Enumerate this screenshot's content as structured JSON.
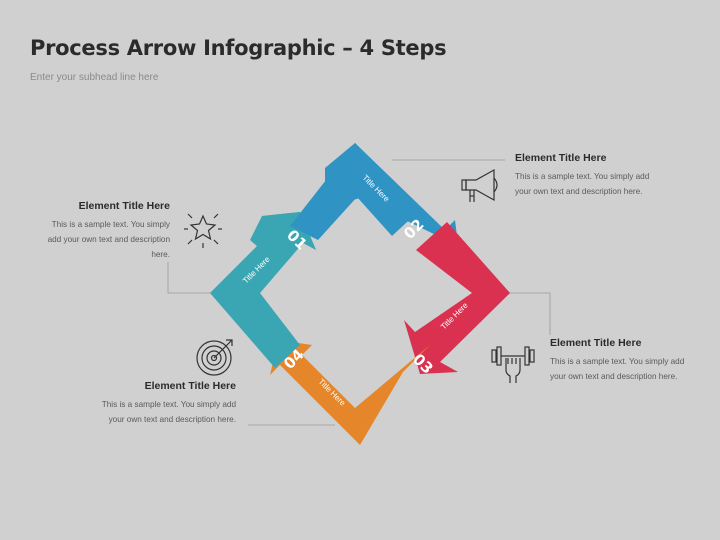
{
  "header": {
    "title": "Process Arrow Infographic – 4 Steps",
    "subhead": "Enter your subhead line here"
  },
  "steps": [
    {
      "number": "01",
      "arrow_label": "Title Here",
      "color": "#3aa6b3",
      "icon": "star-icon",
      "title": "Element Title Here",
      "description": "This is a sample text. You simply add your own text and description here."
    },
    {
      "number": "02",
      "arrow_label": "Title Here",
      "color": "#2f93c4",
      "icon": "megaphone-icon",
      "title": "Element Title Here",
      "description": "This is a sample text. You simply add your own text and description here."
    },
    {
      "number": "03",
      "arrow_label": "Title Here",
      "color": "#d9314f",
      "icon": "dumbbell-icon",
      "title": "Element Title Here",
      "description": "This is a sample text. You simply add your own text and description here."
    },
    {
      "number": "04",
      "arrow_label": "Title Here",
      "color": "#e5862a",
      "icon": "target-icon",
      "title": "Element Title Here",
      "description": "This is a sample text. You simply add your own text and description here."
    }
  ]
}
